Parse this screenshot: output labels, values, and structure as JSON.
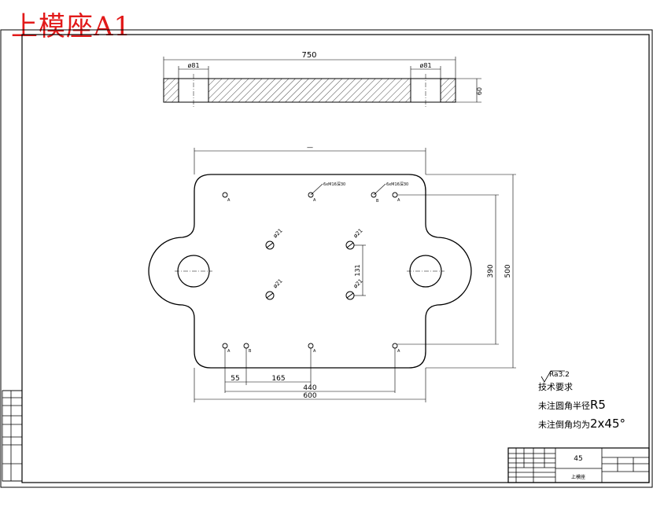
{
  "title": "上模座A1",
  "top_view": {
    "overall_length": "750",
    "hole_left": "ø81",
    "hole_right": "ø81",
    "thickness": "60"
  },
  "plan_view": {
    "width_top": "—",
    "dim_55": "55",
    "dim_165": "165",
    "dim_440": "440",
    "dim_600": "600",
    "dim_390": "390",
    "dim_500": "500",
    "dim_131": "131",
    "hole_dia_1": "ø21",
    "hole_dia_2": "ø21",
    "hole_dia_3": "ø21",
    "hole_dia_4": "ø21",
    "leader_1": "6xM16深30",
    "leader_2": "6xM16深30",
    "label_a": "A",
    "label_b": "B"
  },
  "notes": {
    "roughness": "Ra3.2",
    "heading": "技术要求",
    "line1_prefix": "未注圆角半径",
    "line1_value": "R5",
    "line2_prefix": "未注倒角均为",
    "line2_value": "2x45°"
  },
  "title_block": {
    "material": "45",
    "part_name": "上模座"
  }
}
